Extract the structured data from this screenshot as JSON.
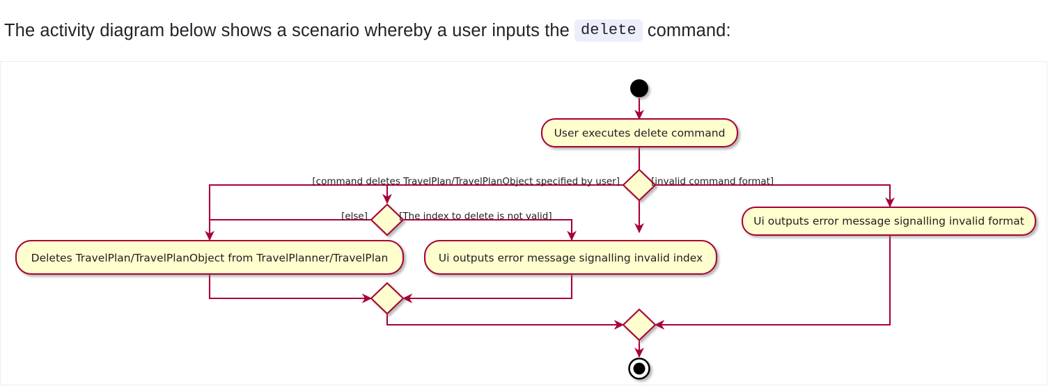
{
  "caption": {
    "before": "The activity diagram below shows a scenario whereby a user inputs the",
    "code": "delete",
    "after": "command:"
  },
  "diagram": {
    "type": "uml-activity-diagram",
    "title": "Delete command activity diagram",
    "colors": {
      "node_fill": "#FEFECE",
      "node_stroke": "#A80036",
      "arrow": "#A80036",
      "start_node": "#000000",
      "end_node": "#000000",
      "frame_border": "#ECEEF0",
      "background": "#FFFFFF",
      "code_chip_bg": "#ECEEFB"
    },
    "nodes": {
      "start": "start-node",
      "activity_1": "User executes delete command",
      "activity_2": "Deletes TravelPlan/TravelPlanObject from TravelPlanner/TravelPlan",
      "activity_3": "Ui outputs error message signalling invalid index",
      "activity_4": "Ui outputs error message signalling invalid format",
      "end": "end-node"
    },
    "guards": {
      "g1_left": "[command deletes TravelPlan/TravelPlanObject specified by user]",
      "g1_right": "[invalid command format]",
      "g2_left": "[else]",
      "g2_right": "[The index to delete is not valid]"
    },
    "decisions": [
      "decision-command-format",
      "decision-index-valid"
    ],
    "merges": [
      "merge-inner",
      "merge-outer"
    ]
  }
}
